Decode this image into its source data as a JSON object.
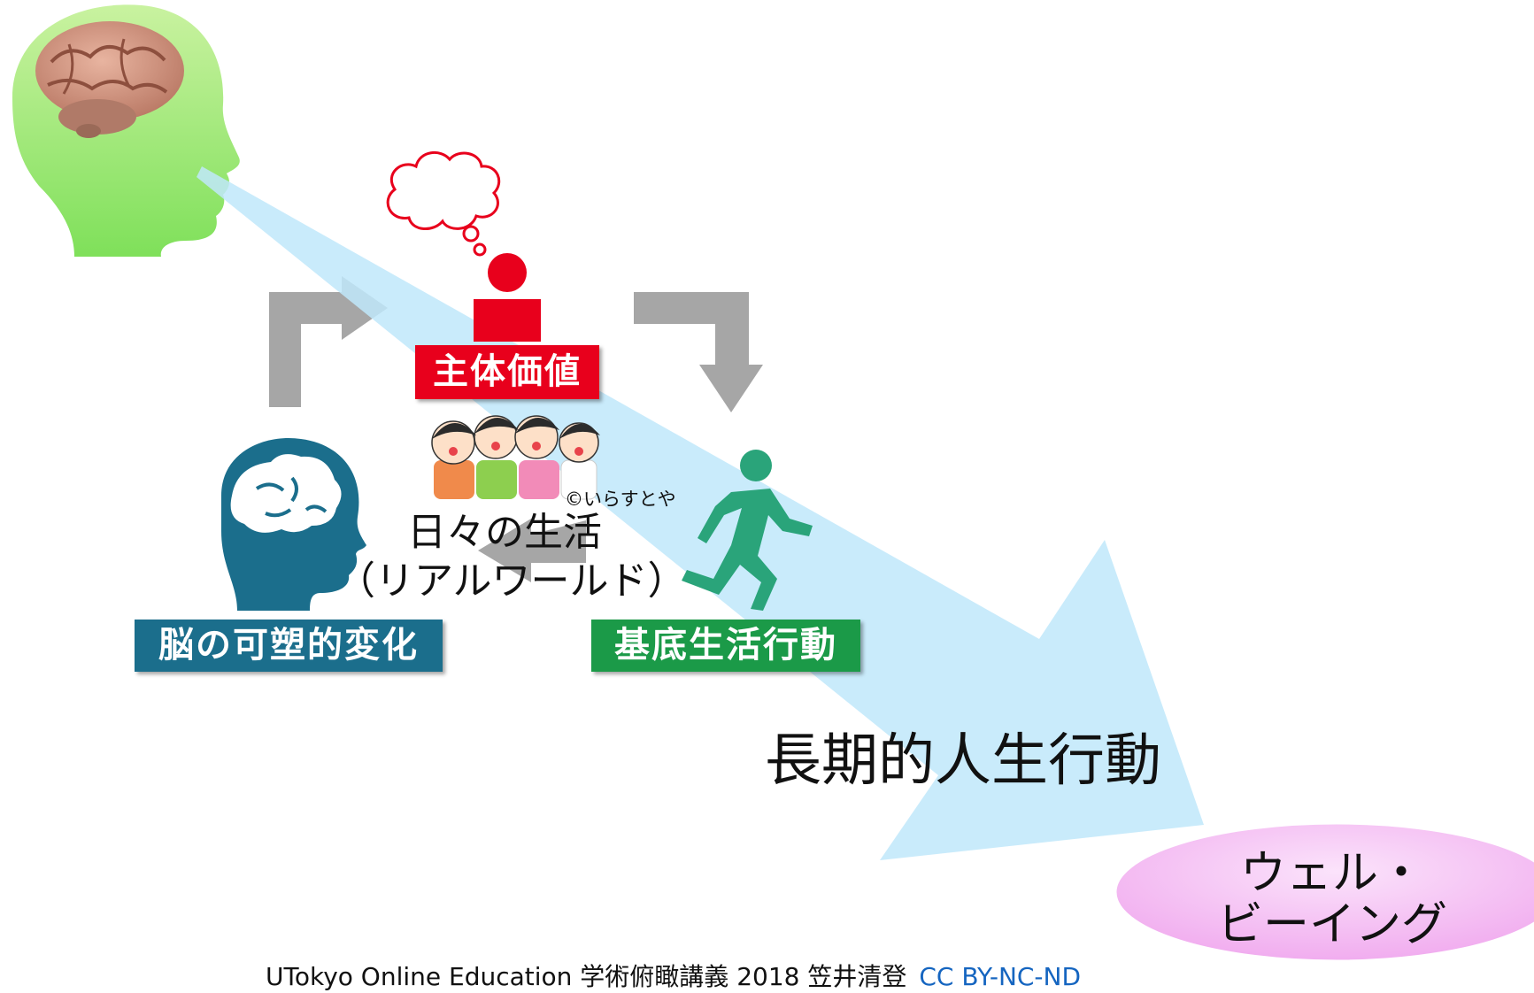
{
  "colors": {
    "value_red": "#e8001c",
    "brain_teal": "#1b6e8c",
    "action_green": "#1b9a48",
    "arrow_gray": "#a6a6a6",
    "beam_blue": "#bfe8fa",
    "head_green": "#7fe05a",
    "wellbeing_pink": "#f4b8f2"
  },
  "labels": {
    "subjective_value": "主体価値",
    "brain_plasticity": "脳の可塑的変化",
    "basic_life_action": "基底生活行動",
    "daily_life_line1": "日々の生活",
    "daily_life_line2": "（リアルワールド）",
    "image_credit": "©いらすとや",
    "long_term_action": "長期的人生行動",
    "wellbeing_line1": "ウェル・",
    "wellbeing_line2": "ビーイング"
  },
  "footer": {
    "text": "UTokyo Online Education 学術俯瞰講義 2018  笠井清登",
    "license": "CC BY-NC-ND"
  },
  "icons": [
    "green-head-silhouette-icon",
    "brain-icon",
    "thought-bubble-icon",
    "person-icon",
    "children-group-icon",
    "head-with-brain-icon",
    "running-person-icon",
    "cycle-arrow-icon"
  ]
}
